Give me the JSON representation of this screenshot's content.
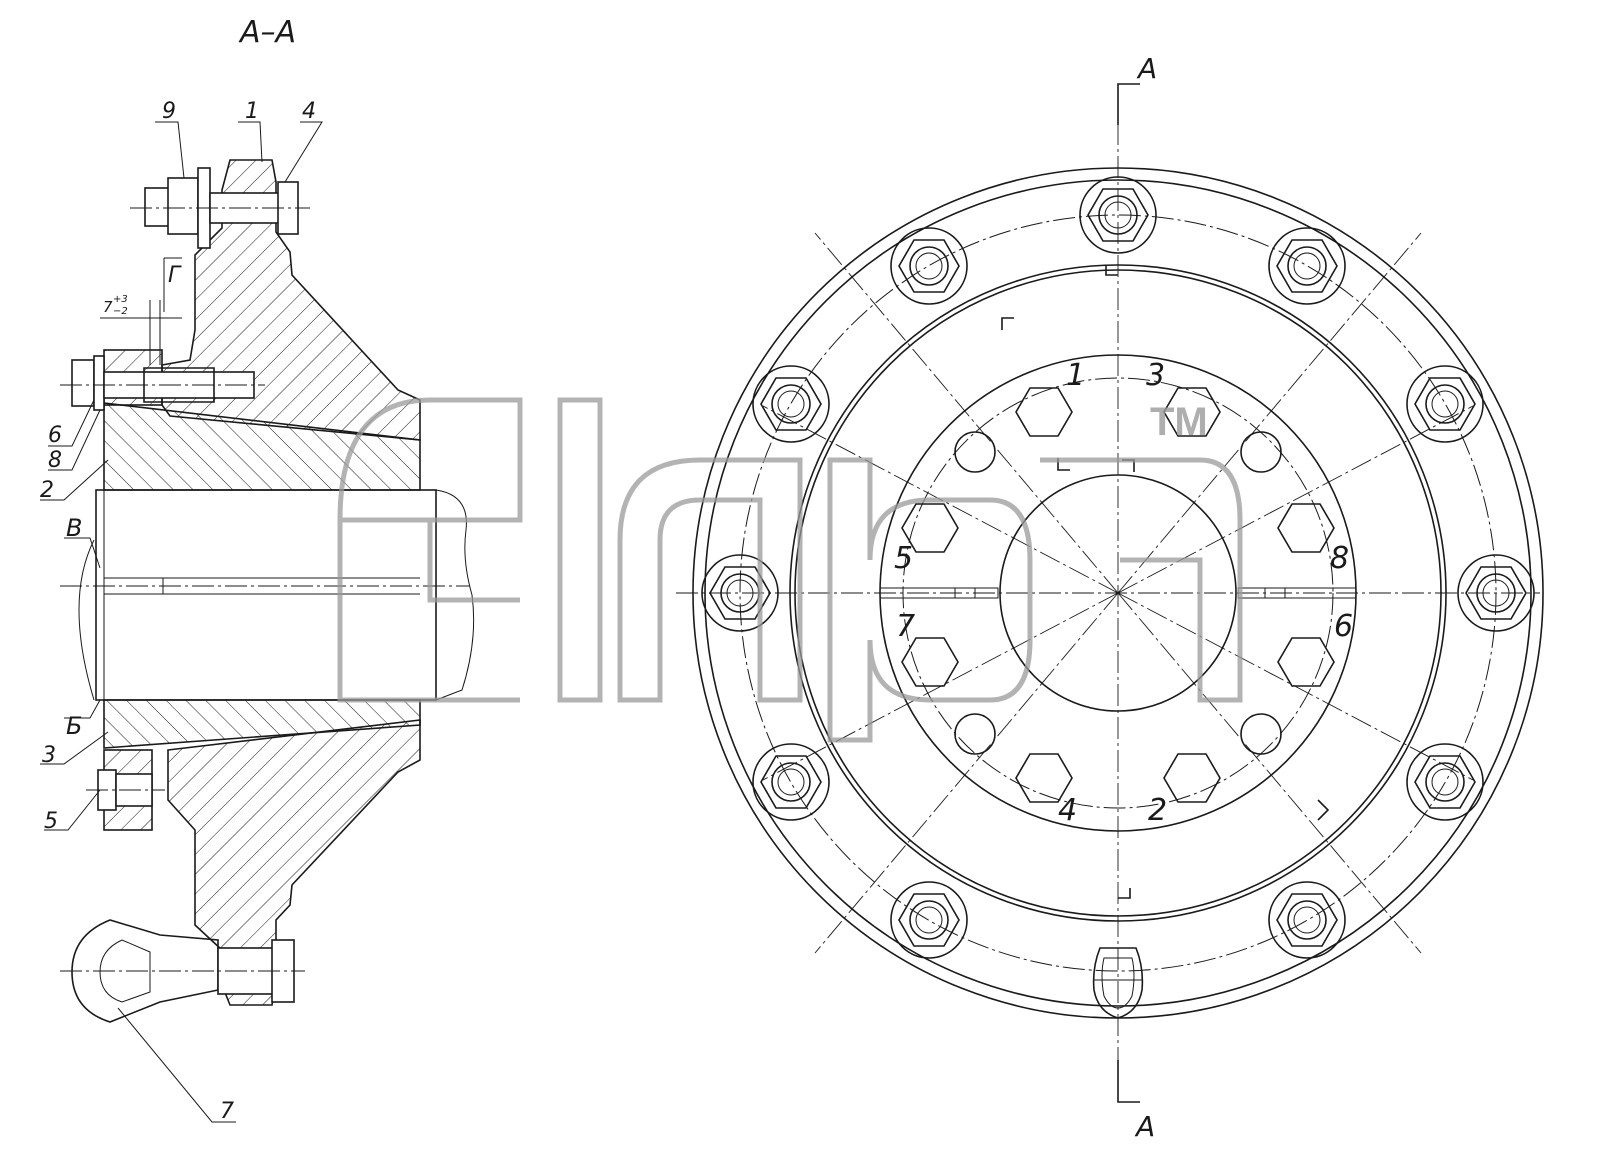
{
  "section_label": "А–А",
  "cut_label_top": "А",
  "cut_label_bottom": "А",
  "dimension": {
    "base": "7",
    "upper": "+3",
    "lower": "−2"
  },
  "left_view_letters": {
    "g": "Г",
    "v": "В",
    "b": "Б"
  },
  "left_callouts": [
    "9",
    "1",
    "4",
    "6",
    "8",
    "2",
    "3",
    "5",
    "7"
  ],
  "bolt_sequence": [
    "1",
    "3",
    "5",
    "8",
    "7",
    "6",
    "4",
    "2"
  ],
  "watermark": {
    "text": "alfa",
    "tm": "TM"
  },
  "colors": {
    "line": "#1a1a1a",
    "watermark": "#9a9a9a",
    "paper": "#ffffff"
  }
}
